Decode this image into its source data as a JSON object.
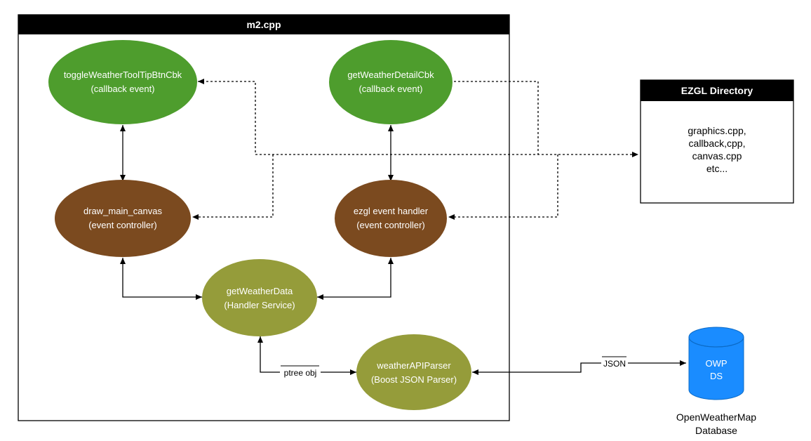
{
  "container": {
    "title": "m2.cpp"
  },
  "nodes": {
    "toggle_cbk": {
      "line1": "toggleWeatherToolTipBtnCbk",
      "line2": "(callback event)",
      "color": "#4e9d2d"
    },
    "detail_cbk": {
      "line1": "getWeatherDetailCbk",
      "line2": "(callback event)",
      "color": "#4e9d2d"
    },
    "draw_main": {
      "line1": "draw_main_canvas",
      "line2": "(event controller)",
      "color": "#7b4a1f"
    },
    "ezgl_handler": {
      "line1": "ezgl event handler",
      "line2": "(event controller)",
      "color": "#7b4a1f"
    },
    "get_weather": {
      "line1": "getWeatherData",
      "line2": "(Handler Service)",
      "color": "#959c3a"
    },
    "api_parser": {
      "line1": "weatherAPIParser",
      "line2": "(Boost JSON Parser)",
      "color": "#959c3a"
    }
  },
  "ezgl": {
    "title": "EZGL Directory",
    "files": [
      "graphics.cpp,",
      "callback,cpp,",
      "canvas.cpp",
      "etc..."
    ]
  },
  "database": {
    "label_line1": "OWP",
    "label_line2": "DS",
    "caption_line1": "OpenWeatherMap",
    "caption_line2": "Database",
    "color": "#1a8cff"
  },
  "edge_labels": {
    "ptree": "ptree obj",
    "json": "JSON"
  }
}
